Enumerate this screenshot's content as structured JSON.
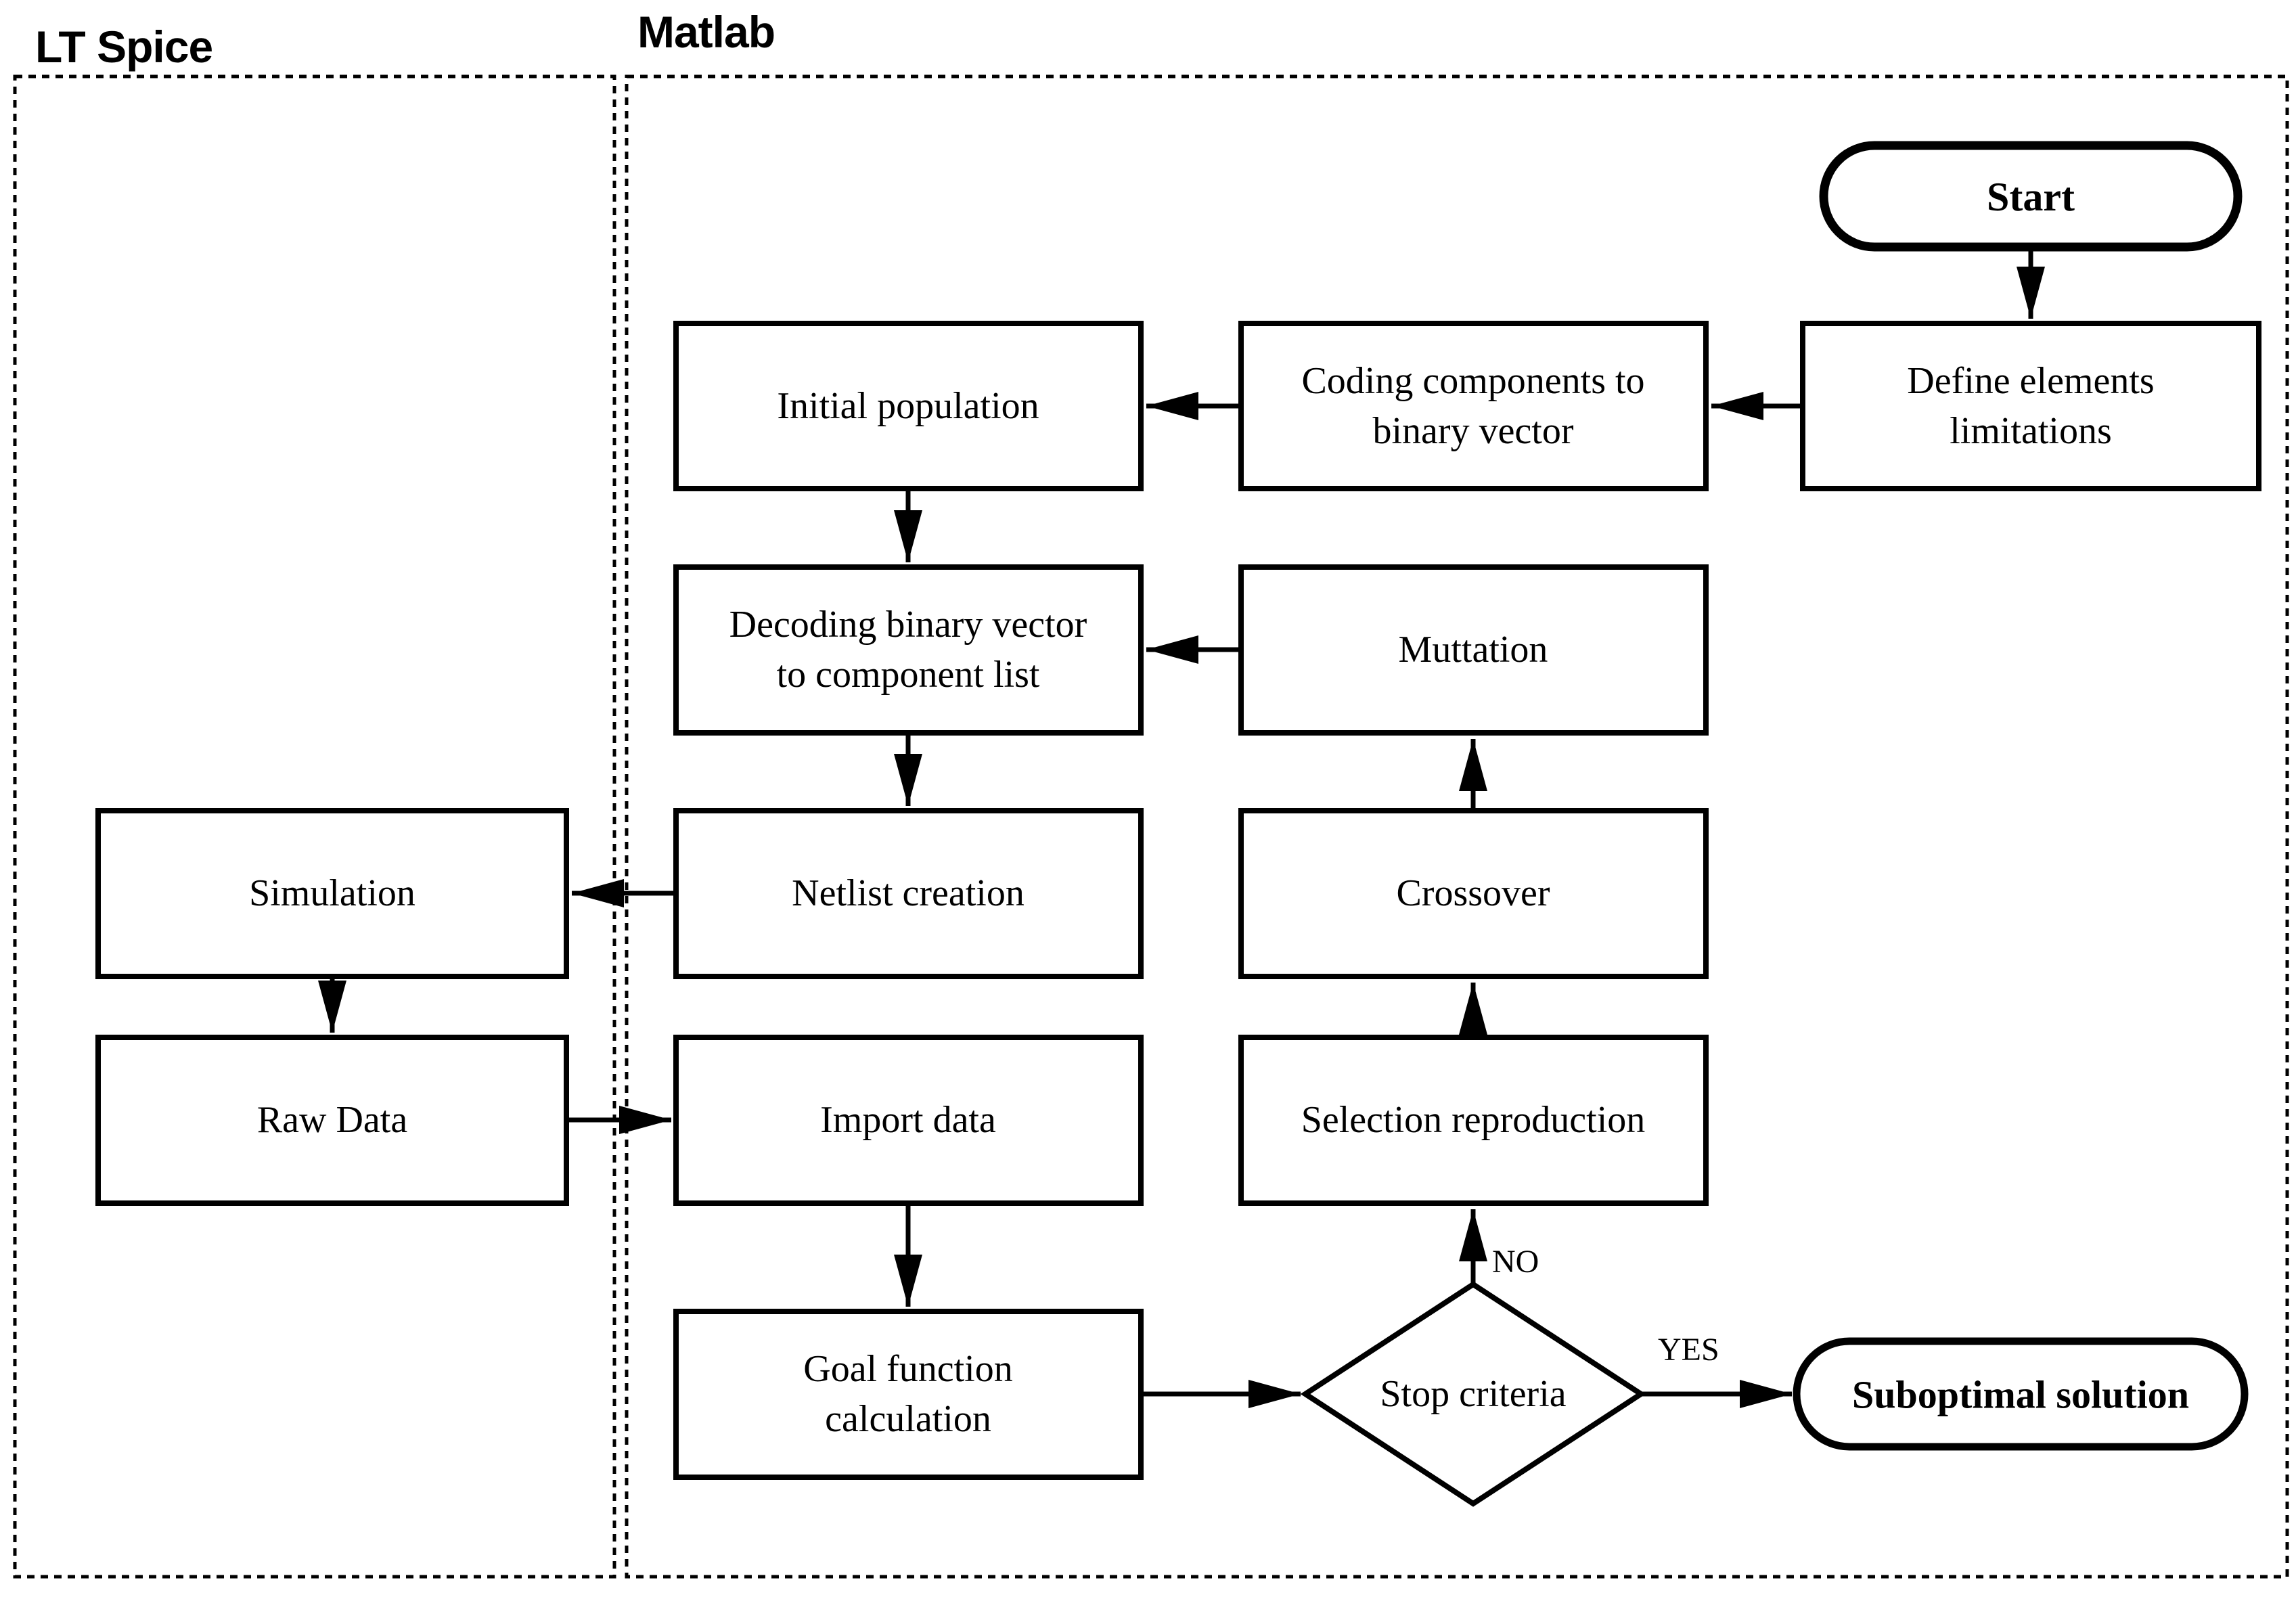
{
  "page": {
    "background_color": "#ffffff",
    "ink_color": "#000000"
  },
  "containers": {
    "lt_spice": {
      "label": "LT Spice"
    },
    "matlab": {
      "label": "Matlab"
    }
  },
  "nodes": {
    "start": {
      "label": "Start"
    },
    "define_elements": {
      "lines": [
        "Define elements",
        "limitations"
      ]
    },
    "coding_components": {
      "lines": [
        "Coding components to",
        "binary vector"
      ]
    },
    "initial_population": {
      "label": "Initial population"
    },
    "decoding_binary": {
      "lines": [
        "Decoding binary vector",
        "to component list"
      ]
    },
    "muttation": {
      "label": "Muttation"
    },
    "netlist_creation": {
      "label": "Netlist creation"
    },
    "crossover": {
      "label": "Crossover"
    },
    "simulation": {
      "label": "Simulation"
    },
    "raw_data": {
      "label": "Raw Data"
    },
    "import_data": {
      "label": "Import data"
    },
    "selection_reproduction": {
      "label": "Selection reproduction"
    },
    "goal_function": {
      "lines": [
        "Goal function",
        "calculation"
      ]
    },
    "stop_criteria": {
      "label": "Stop criteria"
    },
    "suboptimal_solution": {
      "label": "Suboptimal solution"
    }
  },
  "edges": [
    {
      "from": "start",
      "to": "define_elements"
    },
    {
      "from": "define_elements",
      "to": "coding_components"
    },
    {
      "from": "coding_components",
      "to": "initial_population"
    },
    {
      "from": "initial_population",
      "to": "decoding_binary"
    },
    {
      "from": "muttation",
      "to": "decoding_binary"
    },
    {
      "from": "decoding_binary",
      "to": "netlist_creation"
    },
    {
      "from": "netlist_creation",
      "to": "simulation"
    },
    {
      "from": "simulation",
      "to": "raw_data"
    },
    {
      "from": "raw_data",
      "to": "import_data"
    },
    {
      "from": "import_data",
      "to": "goal_function"
    },
    {
      "from": "goal_function",
      "to": "stop_criteria"
    },
    {
      "from": "stop_criteria",
      "to": "selection_reproduction",
      "label": "NO"
    },
    {
      "from": "stop_criteria",
      "to": "suboptimal_solution",
      "label": "YES"
    },
    {
      "from": "selection_reproduction",
      "to": "crossover"
    },
    {
      "from": "crossover",
      "to": "muttation"
    }
  ]
}
